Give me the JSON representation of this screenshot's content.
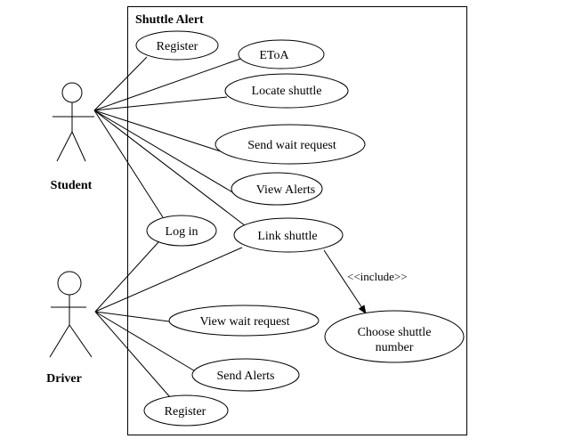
{
  "system": {
    "title": "Shuttle Alert"
  },
  "actors": {
    "student": {
      "label": "Student"
    },
    "driver": {
      "label": "Driver"
    }
  },
  "use_cases": {
    "register_student": {
      "label": "Register"
    },
    "etoa": {
      "label": "EToA"
    },
    "locate_shuttle": {
      "label": "Locate shuttle"
    },
    "send_wait_request": {
      "label": "Send wait request"
    },
    "view_alerts": {
      "label": "View Alerts"
    },
    "log_in": {
      "label": "Log in"
    },
    "link_shuttle": {
      "label": "Link shuttle"
    },
    "view_wait_request": {
      "label": "View wait request"
    },
    "choose_shuttle_number": {
      "line1": "Choose shuttle",
      "line2": "number"
    },
    "send_alerts": {
      "label": "Send Alerts"
    },
    "register_driver": {
      "label": "Register"
    }
  },
  "relationships": {
    "include_label": "<<include>>"
  },
  "colors": {
    "stroke": "#000000",
    "background": "#ffffff"
  }
}
